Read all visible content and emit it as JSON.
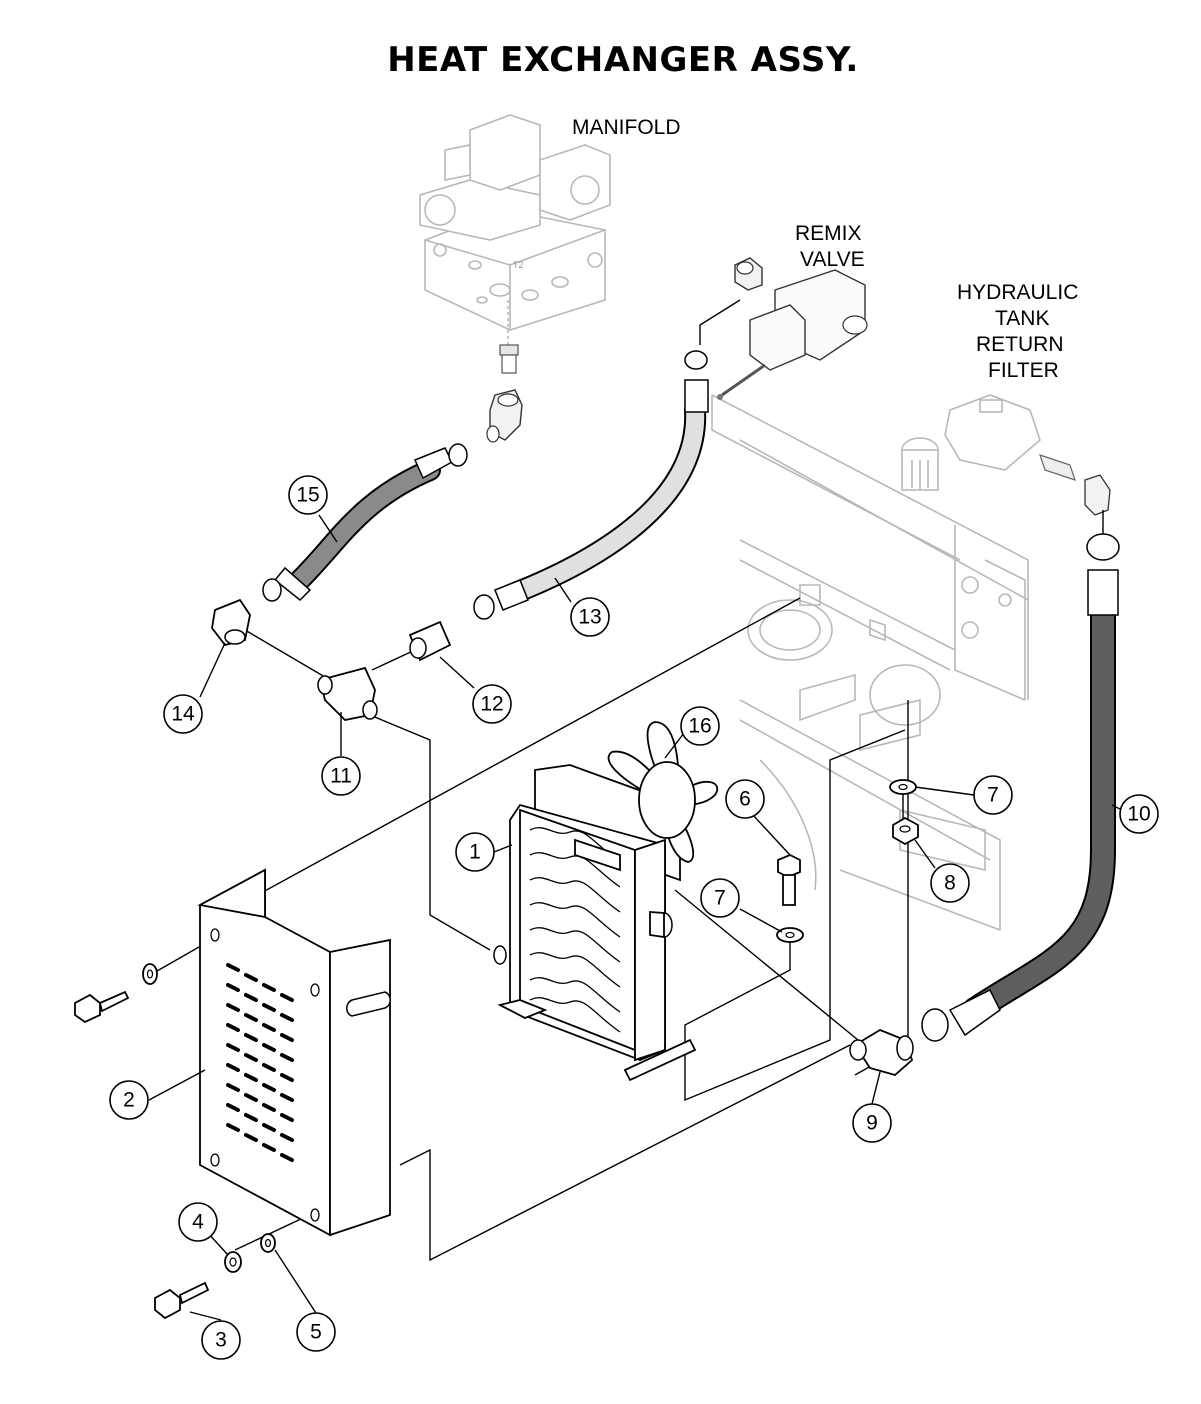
{
  "title": "HEAT EXCHANGER ASSY.",
  "labels": {
    "manifold": "MANIFOLD",
    "remix_line1": "REMIX",
    "remix_line2": "VALVE",
    "filter_line1": "HYDRAULIC",
    "filter_line2": "TANK",
    "filter_line3": "RETURN",
    "filter_line4": "FILTER",
    "manifold_port": "T2"
  },
  "callouts": {
    "c1": "1",
    "c2": "2",
    "c3": "3",
    "c4": "4",
    "c5": "5",
    "c6": "6",
    "c7a": "7",
    "c7b": "7",
    "c8": "8",
    "c9": "9",
    "c10": "10",
    "c11": "11",
    "c12": "12",
    "c13": "13",
    "c14": "14",
    "c15": "15",
    "c16": "16"
  }
}
